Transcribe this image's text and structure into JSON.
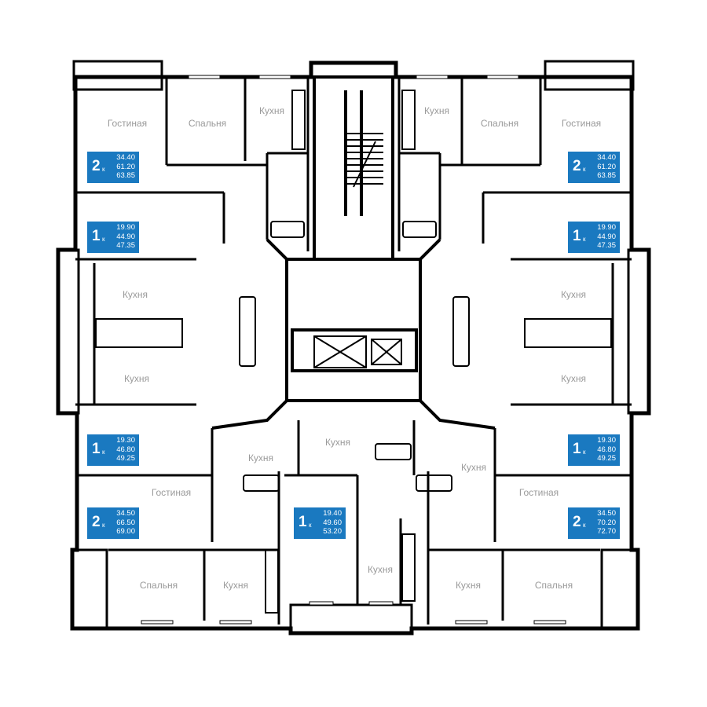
{
  "colors": {
    "wall": "#000000",
    "badge": "#1a79c0",
    "label": "#9a9a9a",
    "background": "#ffffff"
  },
  "apartments": [
    {
      "id": "a1",
      "rooms": "2",
      "suffix": "к",
      "living": "34.40",
      "total": "61.20",
      "total_balcony": "63.85"
    },
    {
      "id": "a2",
      "rooms": "2",
      "suffix": "к",
      "living": "34.40",
      "total": "61.20",
      "total_balcony": "63.85"
    },
    {
      "id": "a3",
      "rooms": "1",
      "suffix": "к",
      "living": "19.90",
      "total": "44.90",
      "total_balcony": "47.35"
    },
    {
      "id": "a4",
      "rooms": "1",
      "suffix": "к",
      "living": "19.90",
      "total": "44.90",
      "total_balcony": "47.35"
    },
    {
      "id": "a5",
      "rooms": "1",
      "suffix": "к",
      "living": "19.30",
      "total": "46.80",
      "total_balcony": "49.25"
    },
    {
      "id": "a6",
      "rooms": "1",
      "suffix": "к",
      "living": "19.30",
      "total": "46.80",
      "total_balcony": "49.25"
    },
    {
      "id": "a7",
      "rooms": "2",
      "suffix": "к",
      "living": "34.50",
      "total": "66.50",
      "total_balcony": "69.00"
    },
    {
      "id": "a8",
      "rooms": "1",
      "suffix": "к",
      "living": "19.40",
      "total": "49.60",
      "total_balcony": "53.20"
    },
    {
      "id": "a9",
      "rooms": "2",
      "suffix": "к",
      "living": "34.50",
      "total": "70.20",
      "total_balcony": "72.70"
    }
  ],
  "room_labels": [
    {
      "name": "Гостиная",
      "area": ""
    },
    {
      "name": "Спальня",
      "area": ""
    },
    {
      "name": "Кухня",
      "area": ""
    },
    {
      "name": "Спальня",
      "area": ""
    },
    {
      "name": "Гостиная",
      "area": ""
    },
    {
      "name": "Кухня",
      "area": ""
    },
    {
      "name": "Кухня",
      "area": ""
    },
    {
      "name": "Кухня",
      "area": ""
    },
    {
      "name": "Кухня",
      "area": ""
    },
    {
      "name": "Кухня",
      "area": ""
    },
    {
      "name": "Кухня",
      "area": ""
    },
    {
      "name": "Кухня",
      "area": ""
    },
    {
      "name": "Гостиная",
      "area": ""
    },
    {
      "name": "Гостиная",
      "area": ""
    },
    {
      "name": "Спальня",
      "area": ""
    },
    {
      "name": "Кухня",
      "area": ""
    },
    {
      "name": "Кухня",
      "area": ""
    },
    {
      "name": "Кухня",
      "area": ""
    },
    {
      "name": "Кухня",
      "area": ""
    },
    {
      "name": "Спальня",
      "area": ""
    }
  ]
}
